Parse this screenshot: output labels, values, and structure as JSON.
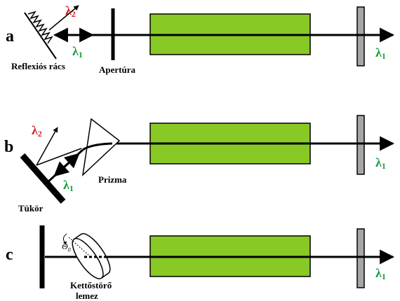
{
  "panels": [
    {
      "letter": "a",
      "labels": {
        "grating": "Reflexiós rács",
        "aperture": "Apertúra"
      }
    },
    {
      "letter": "b",
      "labels": {
        "mirror": "Tükör",
        "prism": "Prizma"
      }
    },
    {
      "letter": "c",
      "labels": {
        "plate_line1": "Kettőstörő",
        "plate_line2": "lemez",
        "angle": "Θ",
        "angle_sub": "0"
      }
    }
  ],
  "lambda": {
    "symbol": "λ",
    "sub1": "1",
    "sub2": "2"
  },
  "colors": {
    "gain_medium": "#88c926",
    "output_coupler": "#a6a6a6",
    "lambda1": "#1a9a3a",
    "lambda2": "#d42020",
    "beam": "#000000"
  }
}
